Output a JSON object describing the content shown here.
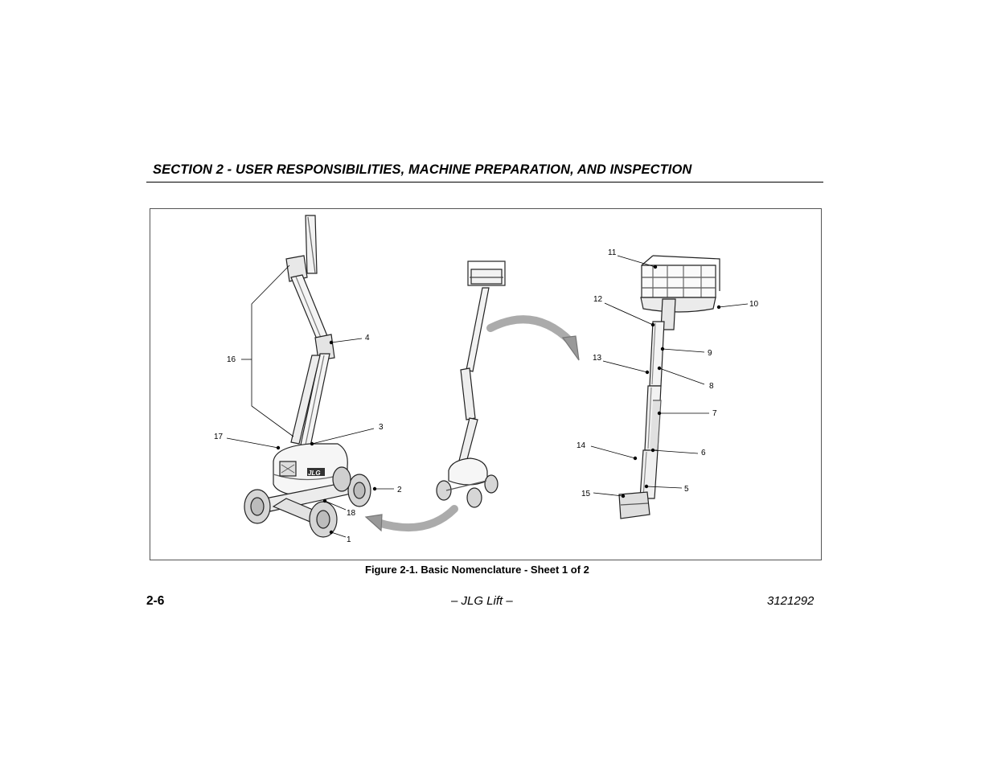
{
  "header": {
    "section_title": "SECTION 2 - USER RESPONSIBILITIES, MACHINE PREPARATION, AND INSPECTION"
  },
  "figure": {
    "caption": "Figure 2-1. Basic Nomenclature - Sheet 1 of 2",
    "callouts": [
      "1",
      "2",
      "3",
      "4",
      "5",
      "6",
      "7",
      "8",
      "9",
      "10",
      "11",
      "12",
      "13",
      "14",
      "15",
      "16",
      "17",
      "18"
    ],
    "decal_text": "JLG"
  },
  "footer": {
    "page_number": "2-6",
    "center_text": "– JLG Lift –",
    "document_number": "3121292"
  }
}
